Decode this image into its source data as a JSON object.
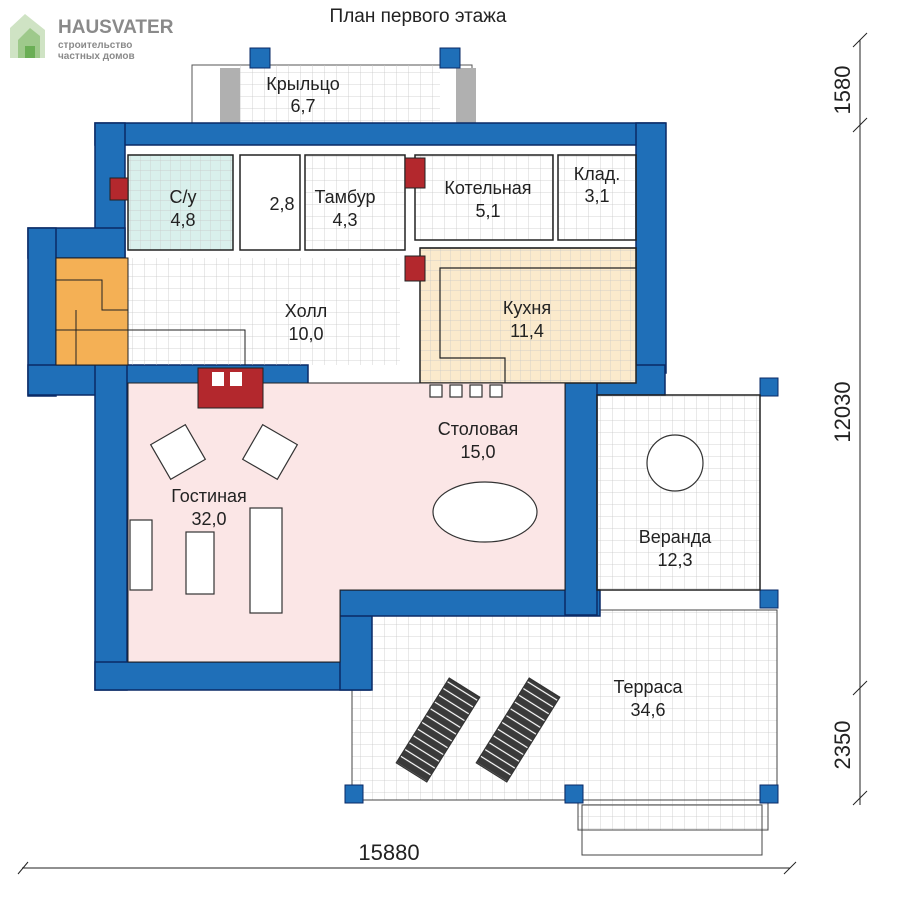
{
  "title": "План первого этажа",
  "brand": {
    "name": "HAUSVATER",
    "tagline_1": "строительство",
    "tagline_2": "частных домов"
  },
  "colors": {
    "wall": "#1f6fb8",
    "wall_stroke": "#0a2a66",
    "grid": "#c8c8c8",
    "living": "#fbe6e6",
    "kitchen": "#fbeacc",
    "bathroom": "#d9f0ec",
    "stairs": "#f4b055",
    "chimney": "#b3282d",
    "porch_side": "#b0b0b0"
  },
  "rooms": [
    {
      "id": "krylco",
      "name": "Крыльцо",
      "area": "6,7"
    },
    {
      "id": "su",
      "name": "С/у",
      "area": "4,8"
    },
    {
      "id": "wardrobe",
      "name": "",
      "area": "2,8"
    },
    {
      "id": "tambur",
      "name": "Тамбур",
      "area": "4,3"
    },
    {
      "id": "kotel",
      "name": "Котельная",
      "area": "5,1"
    },
    {
      "id": "klad",
      "name": "Клад.",
      "area": "3,1"
    },
    {
      "id": "holl",
      "name": "Холл",
      "area": "10,0"
    },
    {
      "id": "kuhnya",
      "name": "Кухня",
      "area": "11,4"
    },
    {
      "id": "stolovaya",
      "name": "Столовая",
      "area": "15,0"
    },
    {
      "id": "gostinaya",
      "name": "Гостиная",
      "area": "32,0"
    },
    {
      "id": "veranda",
      "name": "Веранда",
      "area": "12,3"
    },
    {
      "id": "terrasa",
      "name": "Терраса",
      "area": "34,6"
    }
  ],
  "dimensions": {
    "width": "15880",
    "top": "1580",
    "middle": "12030",
    "bottom": "2350"
  }
}
